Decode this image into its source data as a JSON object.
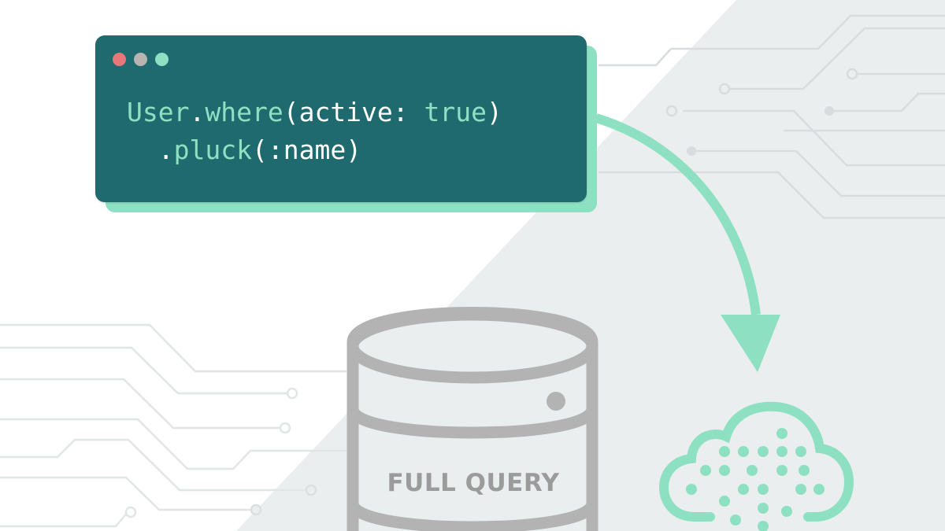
{
  "code_window": {
    "dots": [
      {
        "name": "close",
        "color": "#e8777a"
      },
      {
        "name": "minimize",
        "color": "#b9b4b1"
      },
      {
        "name": "maximize",
        "color": "#8ee0c2"
      }
    ],
    "line1": {
      "receiver": "User",
      "dot": ".",
      "method": "where",
      "open": "(",
      "arg_key": "active:",
      "space": " ",
      "arg_value": "true",
      "close": ")"
    },
    "line2": {
      "indent": "  ",
      "dot": ".",
      "method": "pluck",
      "open": "(",
      "arg": ":name",
      "close": ")"
    }
  },
  "database": {
    "label": "FULL QUERY",
    "icon": "database-icon"
  },
  "cloud": {
    "icon": "cloud-data-icon"
  },
  "arrow": {
    "icon": "curved-arrow-icon"
  },
  "colors": {
    "teal_dark": "#1f6a6e",
    "mint": "#8ee0c2",
    "gray": "#b3b3b3",
    "bg_panel": "#ebeeef"
  }
}
